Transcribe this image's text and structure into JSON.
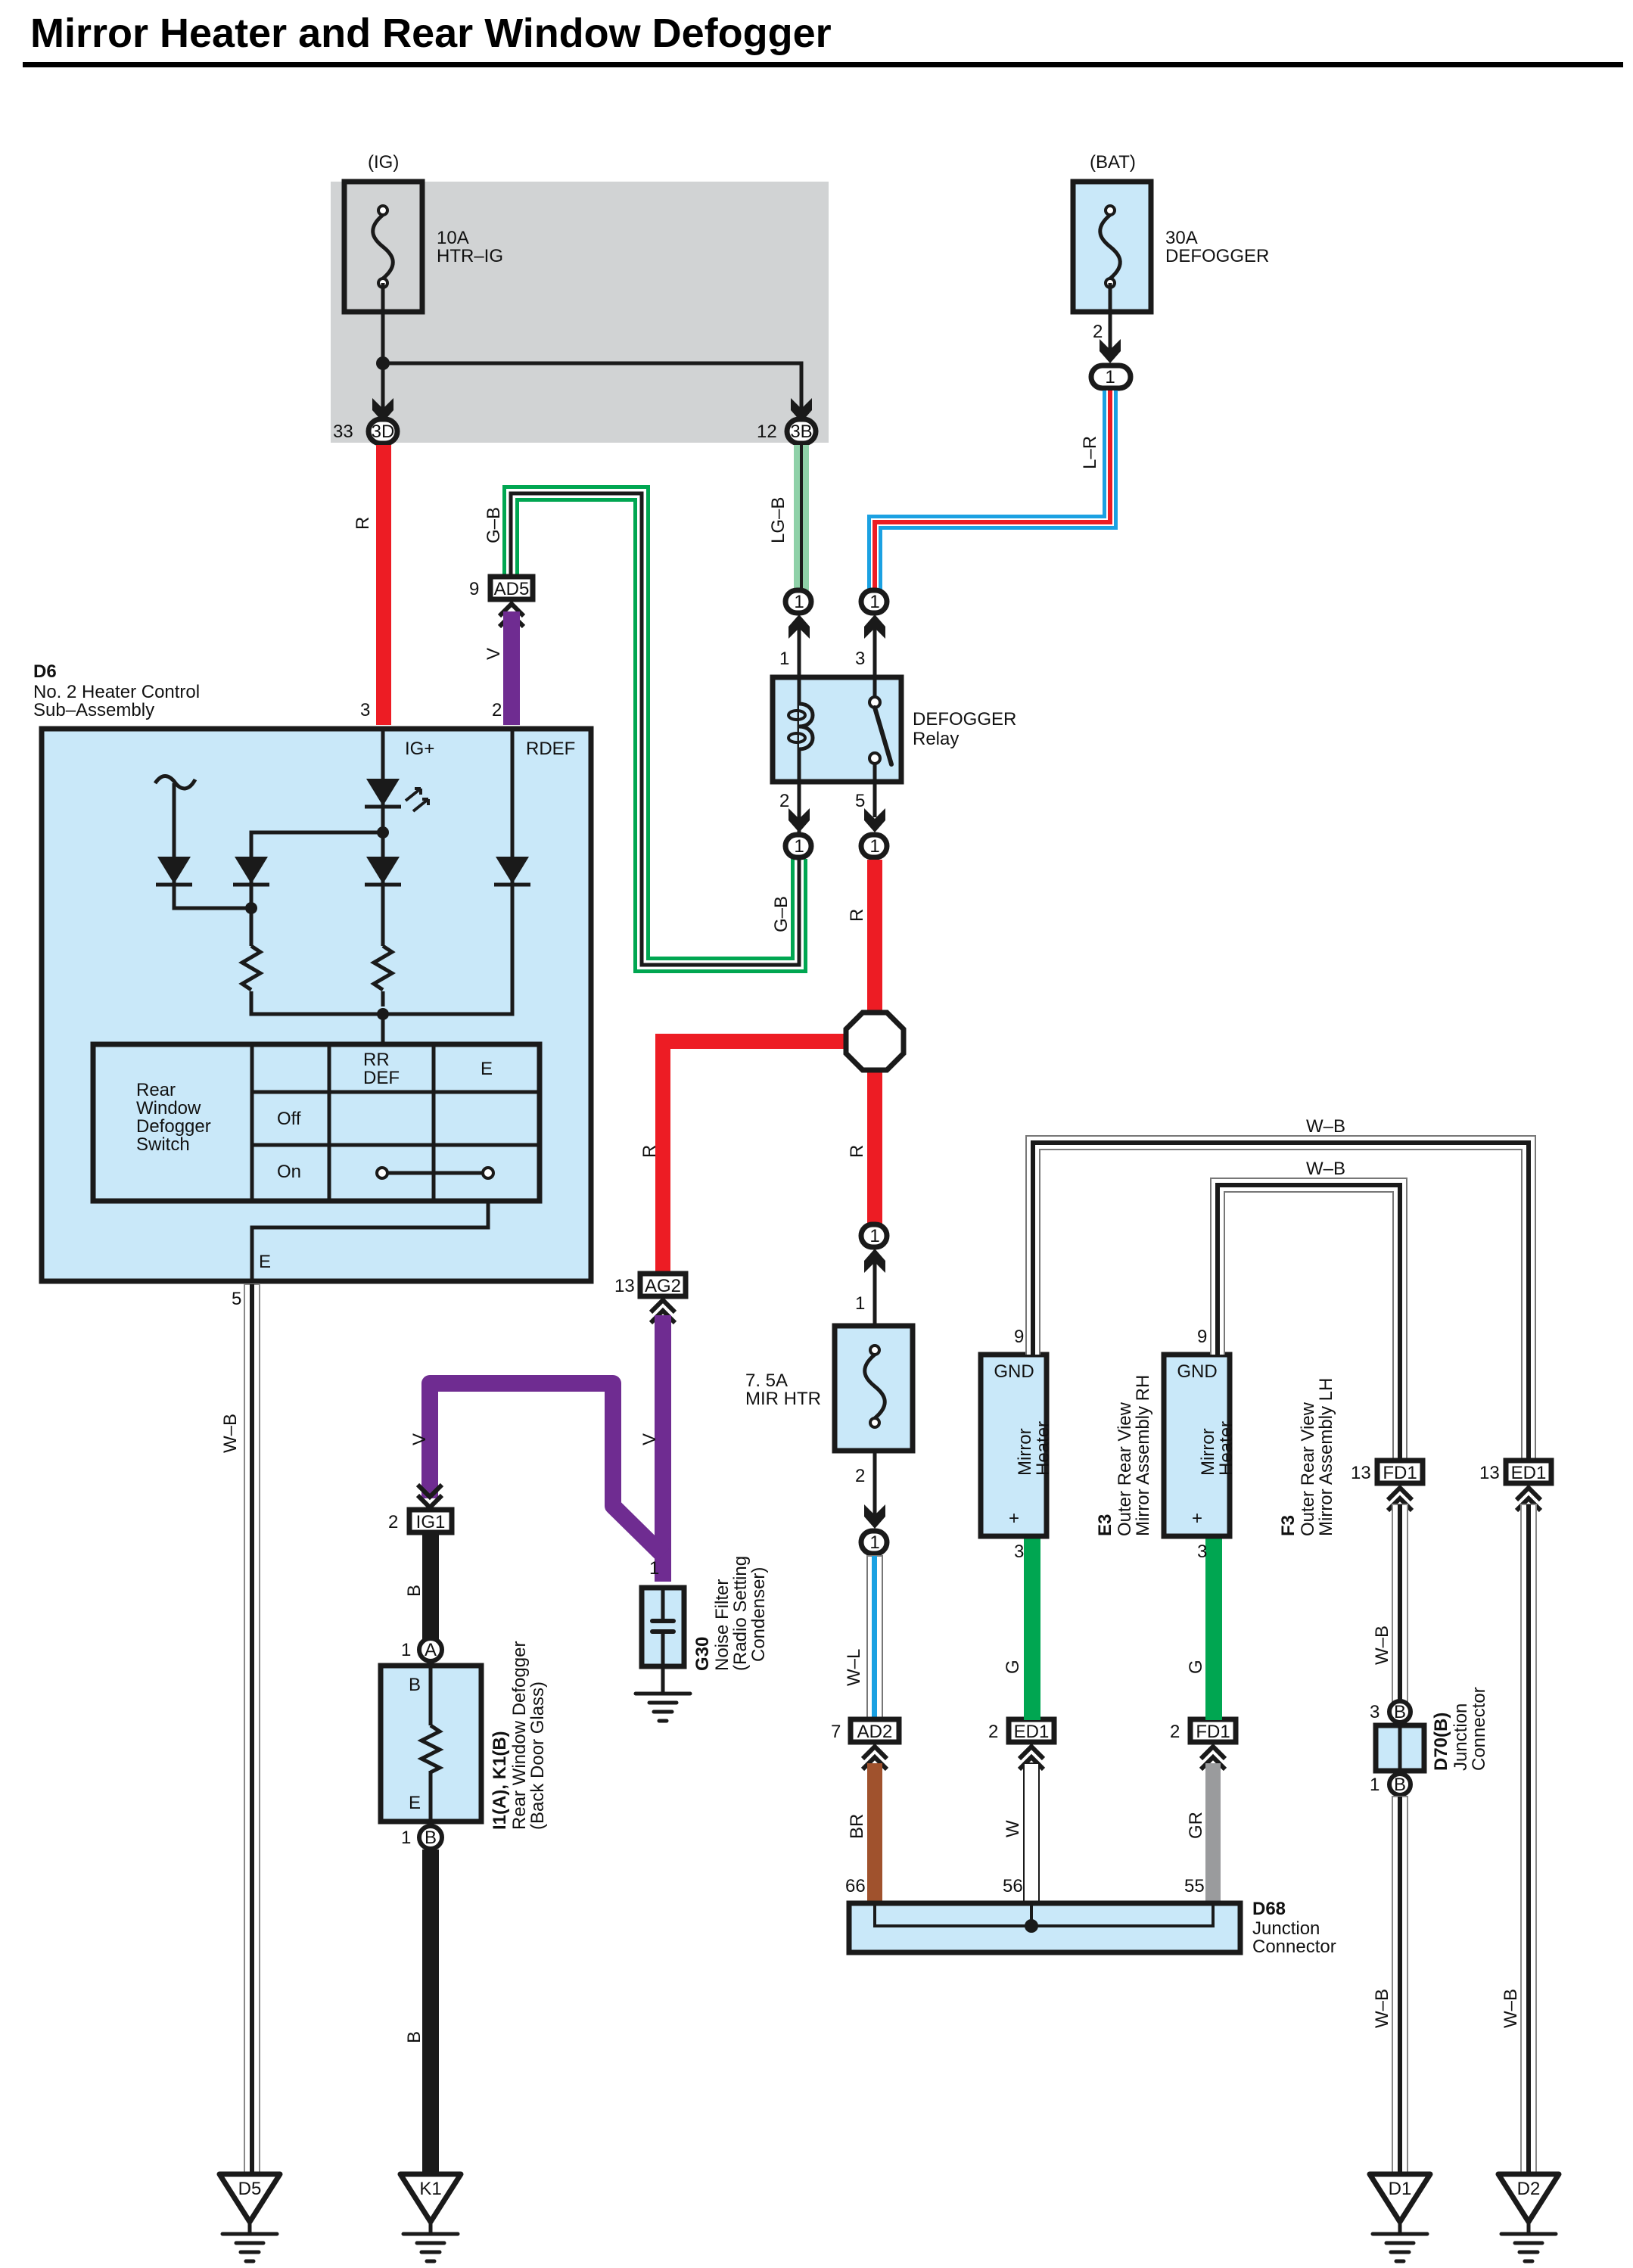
{
  "title": "Mirror Heater and Rear Window Defogger",
  "colors": {
    "R": "#ed1c24",
    "V": "#6f2c91",
    "G": "#00a651",
    "LG": "#8fd1a8",
    "L": "#1ba1e2",
    "BR": "#a0522d",
    "GR": "#9a9b9d",
    "B": "#1a1a1a",
    "W": "#ffffff",
    "component_fill": "#c9e8f9",
    "junction_block_fill": "#d1d3d4"
  },
  "power_sources": {
    "ig": {
      "label": "(IG)",
      "fuse_rating": "10A",
      "fuse_name": "HTR–IG"
    },
    "bat": {
      "label": "(BAT)",
      "fuse_rating": "30A",
      "fuse_name": "DEFOGGER",
      "pin": "2"
    }
  },
  "connectors": {
    "c3d": {
      "id": "3D",
      "pin": "33"
    },
    "c3b": {
      "id": "3B",
      "pin": "12"
    },
    "ad5": {
      "id": "AD5",
      "pin": "9"
    },
    "ag2": {
      "id": "AG2",
      "pin": "13"
    },
    "ig1": {
      "id": "IG1",
      "pin": "2"
    },
    "ad2": {
      "id": "AD2",
      "pin": "7"
    },
    "ed1_bot": {
      "id": "ED1",
      "pin": "2"
    },
    "fd1_bot": {
      "id": "FD1",
      "pin": "2"
    },
    "fd1_top": {
      "id": "FD1",
      "pin": "13"
    },
    "ed1_top": {
      "id": "ED1",
      "pin": "13"
    },
    "relay_plug": "1",
    "bat_plug": "1",
    "mir_plug_top": "1",
    "mir_plug_bot": "1"
  },
  "wires": {
    "r": "R",
    "gb": "G–B",
    "lgb": "LG–B",
    "lr": "L–R",
    "v": "V",
    "wb": "W–B",
    "b": "B",
    "wl": "W–L",
    "g": "G",
    "br": "BR",
    "w": "W",
    "gr": "GR"
  },
  "d6": {
    "id": "D6",
    "name_line1": "No.  2 Heater Control",
    "name_line2": "Sub–Assembly",
    "pin_ig": "3",
    "pin_rdef": "2",
    "pin_e": "5",
    "term_ig": "IG+",
    "term_rdef": "RDEF",
    "term_e": "E",
    "switch_table": {
      "name_lines": [
        "Rear",
        "Window",
        "Defogger",
        "Switch"
      ],
      "col_headers": [
        "RR",
        "DEF",
        "E"
      ],
      "rows": [
        "Off",
        "On"
      ]
    }
  },
  "relay": {
    "name_line1": "DEFOGGER",
    "name_line2": "Relay",
    "pins": {
      "coil_in": "1",
      "coil_out": "2",
      "sw_in": "3",
      "sw_out": "5"
    }
  },
  "mir_fuse": {
    "rating": "7. 5A",
    "name": "MIR HTR",
    "pin_in": "1",
    "pin_out": "2"
  },
  "mirror_rh": {
    "id": "E3",
    "name_line1": "Outer Rear View",
    "name_line2": "Mirror Assembly RH",
    "inner_line1": "Mirror",
    "inner_line2": "Heater",
    "gnd": "GND",
    "plus": "+",
    "pin_gnd": "9",
    "pin_plus": "3"
  },
  "mirror_lh": {
    "id": "F3",
    "name_line1": "Outer Rear View",
    "name_line2": "Mirror Assembly LH",
    "inner_line1": "Mirror",
    "inner_line2": "Heater",
    "gnd": "GND",
    "plus": "+",
    "pin_gnd": "9",
    "pin_plus": "3"
  },
  "defogger": {
    "id": "I1(A), K1(B)",
    "name_line1": "Rear Window Defogger",
    "name_line2": "(Back Door Glass)",
    "term_b": "B",
    "term_e": "E",
    "pin_a": "1",
    "pin_b": "1",
    "conn_a": "A",
    "conn_b": "B"
  },
  "noise_filter": {
    "id": "G30",
    "name_line1": "Noise Filter",
    "name_line2": "(Radio Setting",
    "name_line3": "Condenser)",
    "pin": "1"
  },
  "d68": {
    "id": "D68",
    "name_line1": "Junction",
    "name_line2": "Connector",
    "pins": [
      "66",
      "56",
      "55"
    ]
  },
  "d70": {
    "id": "D70(B)",
    "name_line1": "Junction",
    "name_line2": "Connector",
    "pin_top": "3",
    "pin_bot": "1",
    "conn": "B"
  },
  "grounds": [
    "D5",
    "K1",
    "D1",
    "D2"
  ]
}
